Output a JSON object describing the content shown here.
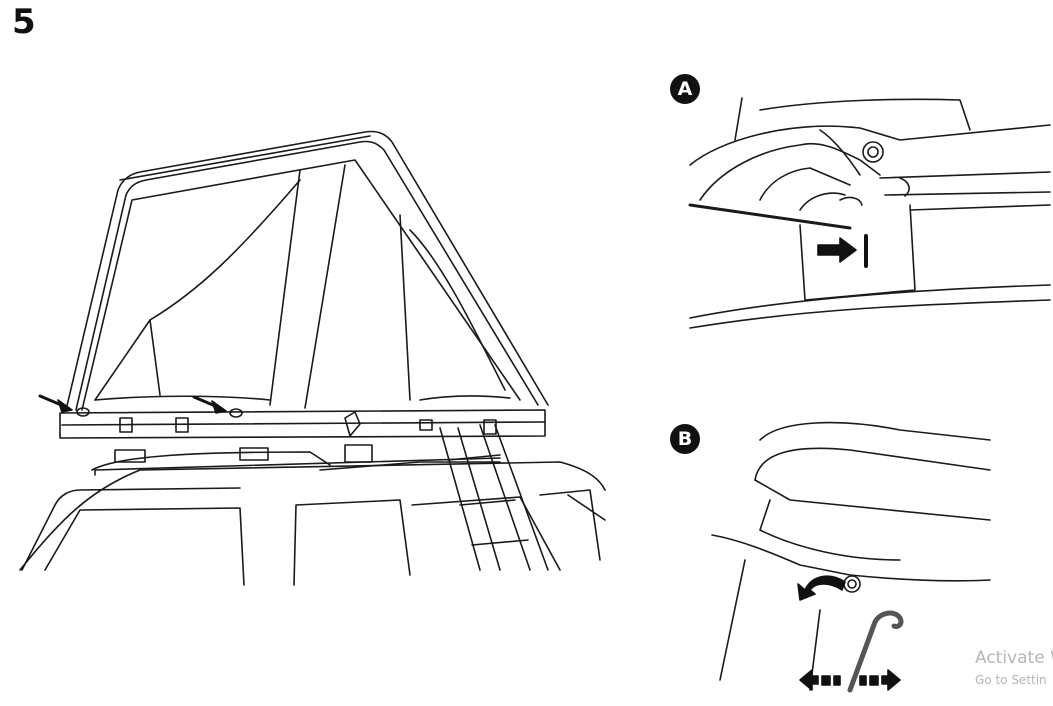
{
  "step": {
    "number": "5"
  },
  "details": [
    {
      "label": "A"
    },
    {
      "label": "B"
    }
  ],
  "watermark": {
    "title": "Activate W",
    "subtitle": "Go to Settin"
  }
}
